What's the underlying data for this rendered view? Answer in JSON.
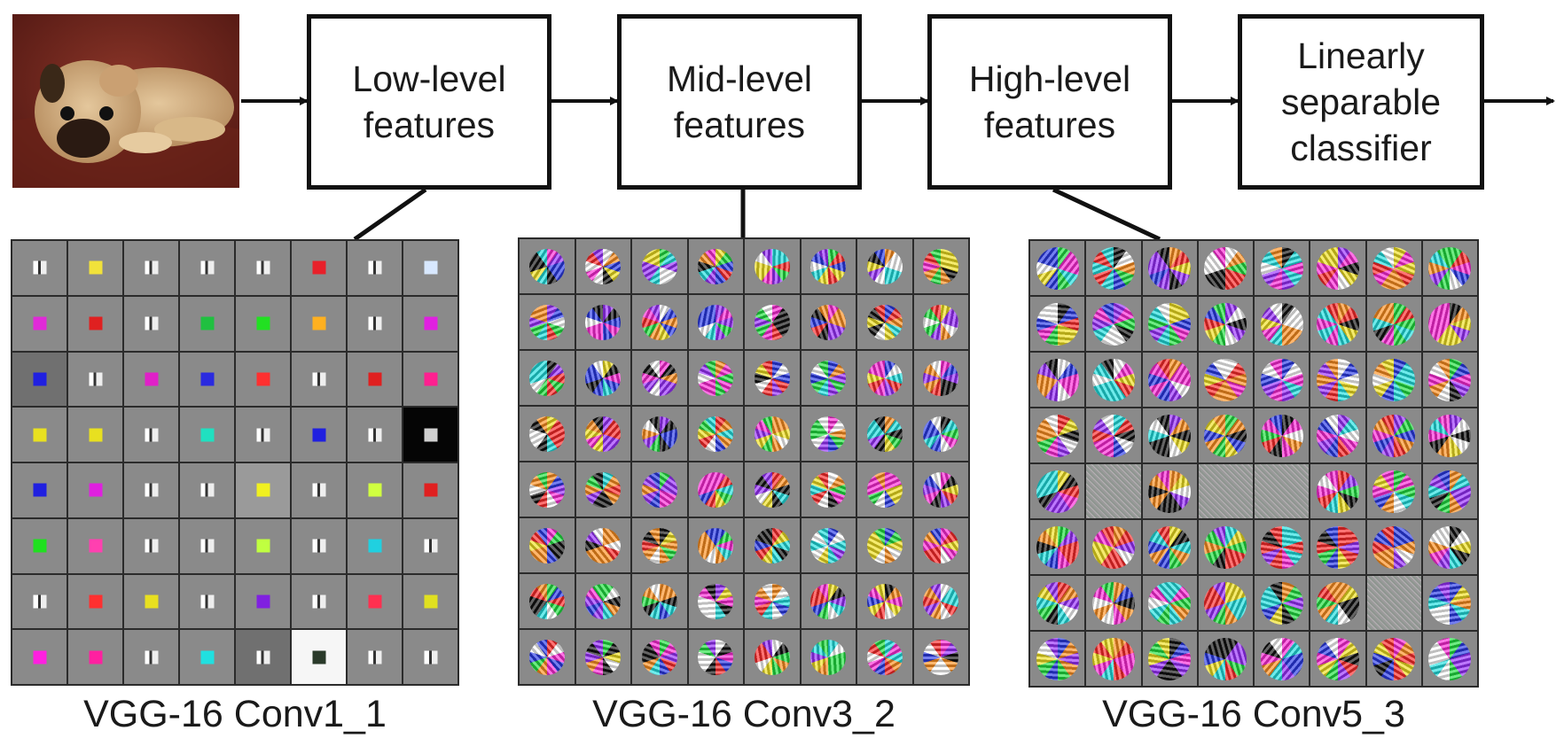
{
  "stages": [
    {
      "label": "Low-level\nfeatures"
    },
    {
      "label": "Mid-level\nfeatures"
    },
    {
      "label": "High-level\nfeatures"
    },
    {
      "label": "Linearly\nseparable\nclassifier"
    }
  ],
  "captions": {
    "conv1": "VGG-16 Conv1_1",
    "conv3": "VGG-16 Conv3_2",
    "conv5": "VGG-16 Conv5_3"
  },
  "colors": {
    "line": "#111111",
    "grid_border": "#2b2b2b",
    "cell_gray": "#8a8a8a",
    "conv1_patch_colors": [
      "#ffffff",
      "#f1e23a",
      "#ffffff",
      "#ffffff",
      "#ffffff",
      "#e8202a",
      "#ffffff",
      "#d8e8ff",
      "#e02ad8",
      "#e02020",
      "#ffffff",
      "#20c040",
      "#22e022",
      "#ffb020",
      "#ffffff",
      "#e020e0",
      "#2020e0",
      "#ffffff",
      "#e020c8",
      "#2a2ae0",
      "#ff3030",
      "#ffffff",
      "#e02020",
      "#ff2090",
      "#e8e020",
      "#e8e020",
      "#ffffff",
      "#20e0c0",
      "#ffffff",
      "#2020e0",
      "#ffffff",
      "#d0d0d0",
      "#2020e0",
      "#e020e0",
      "#ffffff",
      "#ffffff",
      "#f0f020",
      "#ffffff",
      "#d0ff40",
      "#e02020",
      "#20e020",
      "#ff40b0",
      "#ffffff",
      "#ffffff",
      "#c0ff40",
      "#ffffff",
      "#20d0e0",
      "#ffffff",
      "#ffffff",
      "#ff3030",
      "#e8e020",
      "#ffffff",
      "#8020e0",
      "#ffffff",
      "#ff3050",
      "#e0e020",
      "#ff20e0",
      "#ff20a0",
      "#ffffff",
      "#20e0e0",
      "#ffffff",
      "#2a3a2a",
      "#ffffff",
      "#ffffff"
    ]
  }
}
